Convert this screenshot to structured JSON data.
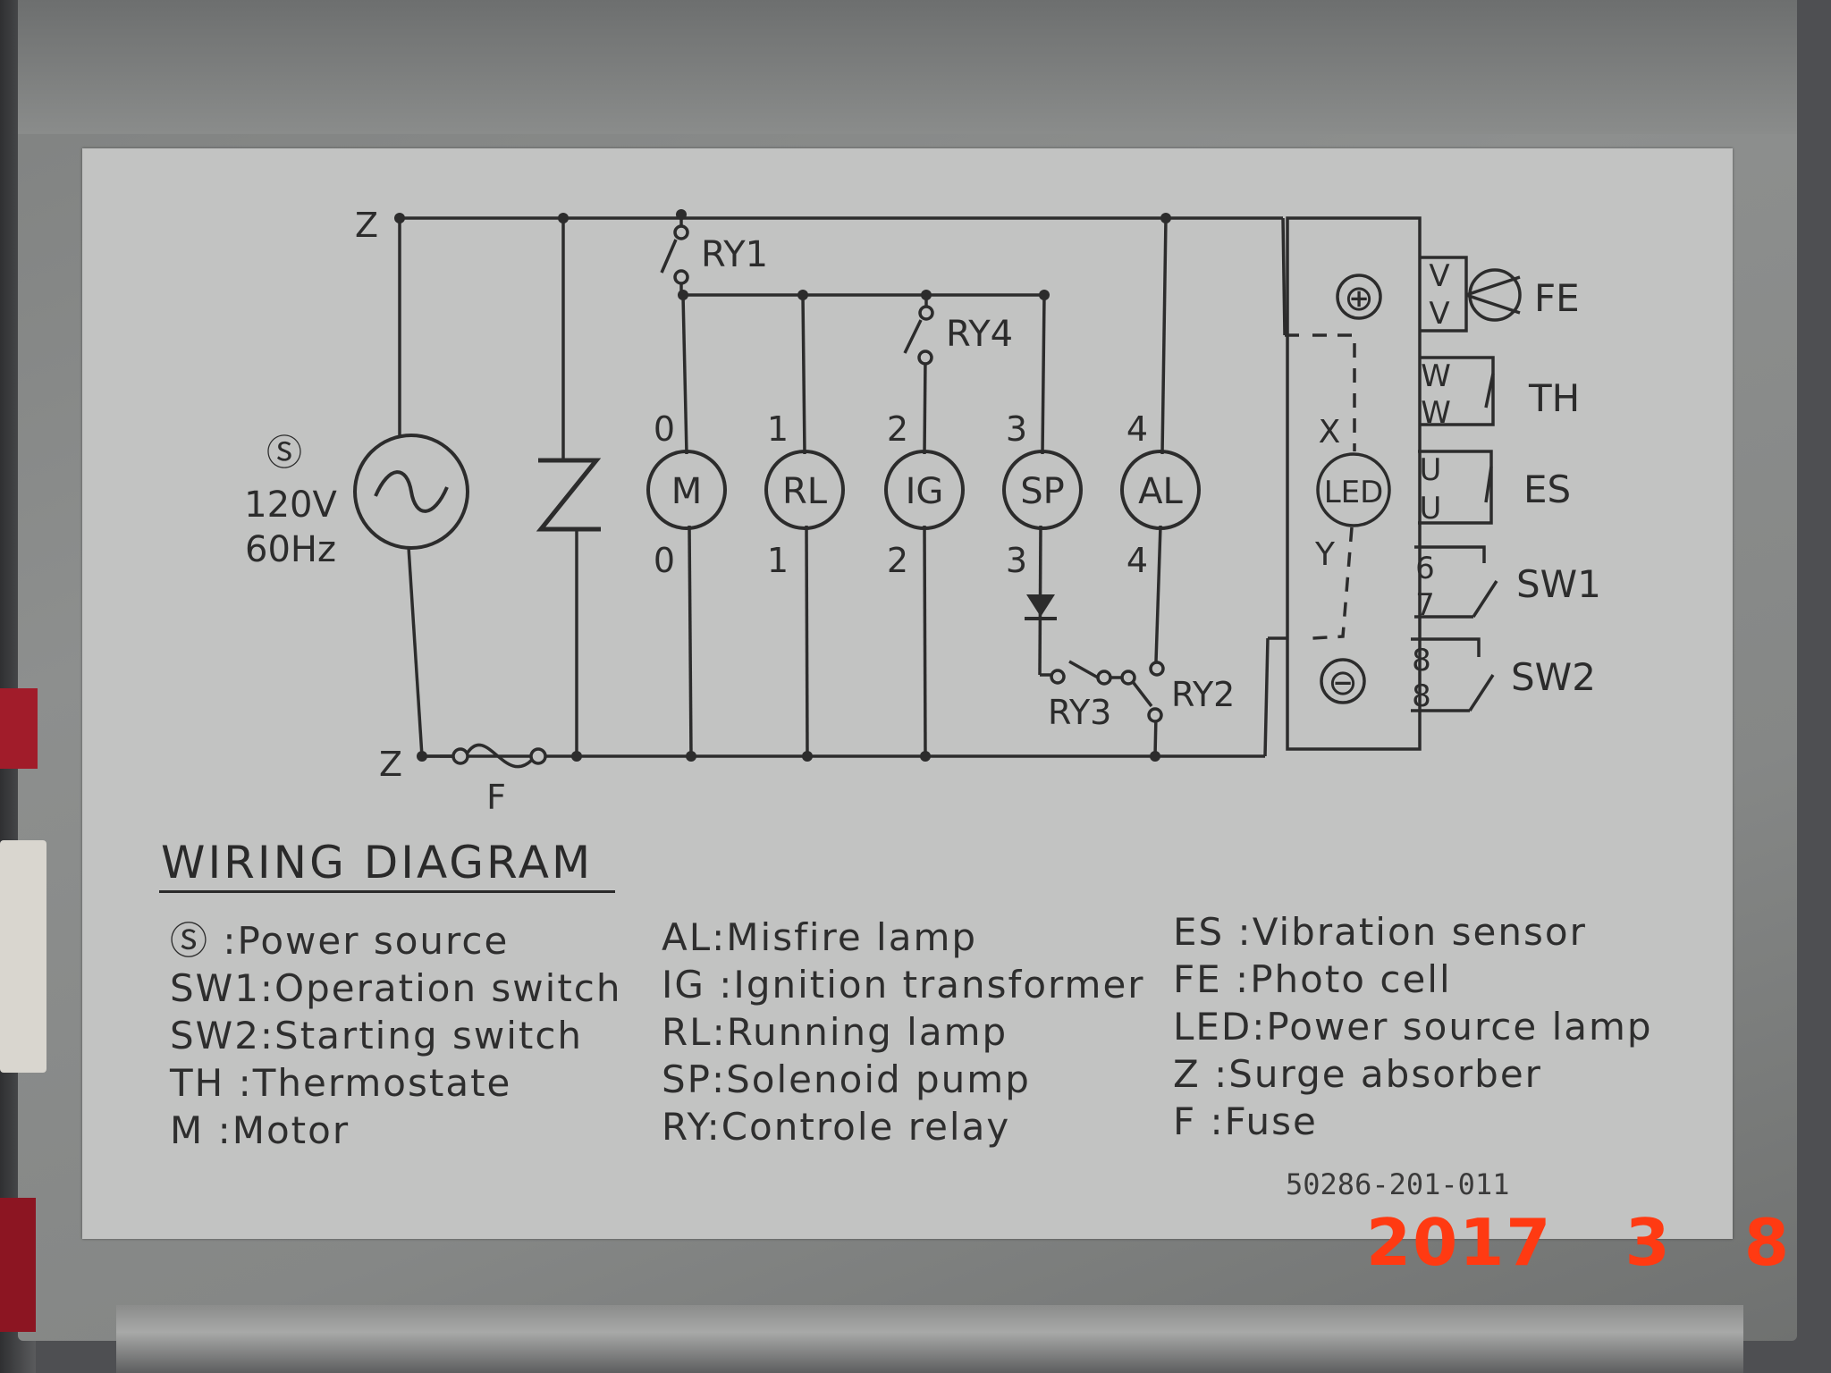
{
  "source": {
    "symbol": "Ⓢ",
    "voltage": "120V",
    "frequency": "60Hz"
  },
  "nodes": {
    "z_top": "Z",
    "z_bottom": "Z",
    "fuse": "F"
  },
  "components": [
    {
      "label": "M",
      "top_num": "0",
      "bottom_num": "0"
    },
    {
      "label": "RL",
      "top_num": "1",
      "bottom_num": "1"
    },
    {
      "label": "IG",
      "top_num": "2",
      "bottom_num": "2"
    },
    {
      "label": "SP",
      "top_num": "3",
      "bottom_num": "3"
    },
    {
      "label": "AL",
      "top_num": "4",
      "bottom_num": "4"
    }
  ],
  "relays": {
    "ry1": "RY1",
    "ry4": "RY4",
    "ry2": "RY2",
    "ry3": "RY3"
  },
  "terminal_block": {
    "plus": "⊕",
    "minus": "⊖",
    "led": "LED",
    "x": "X",
    "y": "Y"
  },
  "terminals": [
    {
      "t1": "V",
      "t2": "V",
      "name": "FE"
    },
    {
      "t1": "W",
      "t2": "W",
      "name": "TH"
    },
    {
      "t1": "U",
      "t2": "U",
      "name": "ES"
    },
    {
      "t1": "6",
      "t2": "7",
      "name": "SW1"
    },
    {
      "t1": "8",
      "t2": "8",
      "name": "SW2"
    }
  ],
  "legend": {
    "title": "WIRING DIAGRAM",
    "col1": [
      "Ⓢ   :Power  source",
      "SW1:Operation  switch",
      "SW2:Starting  switch",
      "TH  :Thermostate",
      "M   :Motor"
    ],
    "col2": [
      "AL:Misfire  lamp",
      "IG :Ignition  transformer",
      "RL:Running  lamp",
      "SP:Solenoid  pump",
      "RY:Controle  relay"
    ],
    "col3": [
      "ES  :Vibration  sensor",
      "FE  :Photo  cell",
      "LED:Power source lamp",
      "Z   :Surge  absorber",
      "F    :Fuse"
    ]
  },
  "part_number": "50286-201-011",
  "date_stamp": "2017   3   8"
}
